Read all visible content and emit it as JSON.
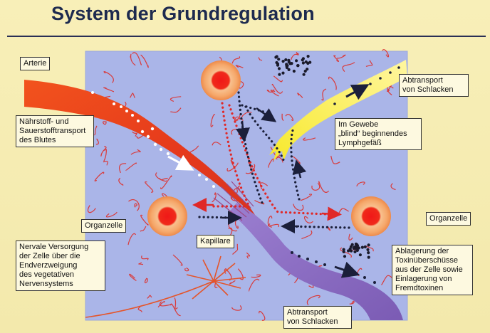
{
  "title": "System der Grundregulation",
  "labels": {
    "arterie": "Arterie",
    "naehrstoff": [
      "Nährstoff- und",
      "Sauerstofftransport",
      "des Blutes"
    ],
    "abtransport_top": [
      "Abtransport",
      "von Schlacken"
    ],
    "lymph": [
      "Im Gewebe",
      "„blind“ beginnendes",
      "Lymphgefäß"
    ],
    "organzelle_left": "Organzelle",
    "organzelle_right": "Organzelle",
    "kapillare": "Kapillare",
    "nerv": [
      "Nervale Versorgung",
      "der Zelle über die",
      "Endverzweigung",
      "des vegetativen",
      "Nervensystems"
    ],
    "ablagerung": [
      "Ablagerung der",
      "Toxinüberschüsse",
      "aus der Zelle sowie",
      "Einlagerung von",
      "Fremdtoxinen"
    ],
    "abtransport_bottom": [
      "Abtransport",
      "von Schlacken"
    ]
  },
  "colors": {
    "background": "#f6edb2",
    "tissue": "#aab5e8",
    "artery": "#e2401e",
    "lymph": "#f4ee3a",
    "vein": "#8d6cc0",
    "cell_core": "#e81f1f",
    "cell_halo": "#f6b07a",
    "fiber": "#d93a3a",
    "nerve": "#e4552b",
    "dots_dark": "#1a1a2a",
    "dots_red": "#e02828"
  }
}
